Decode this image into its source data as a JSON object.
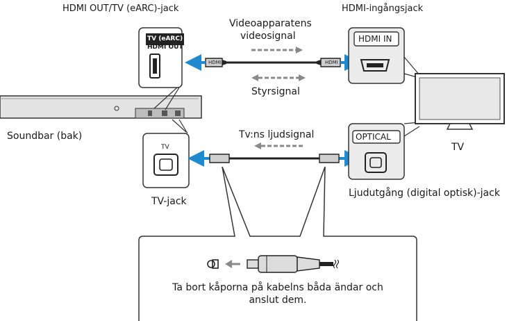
{
  "labels": {
    "hdmi_out_jack": "HDMI OUT/TV (eARC)-jack",
    "hdmi_in_jack": "HDMI-ingångsjack",
    "video_signal_line1": "Videoapparatens",
    "video_signal_line2": "videosignal",
    "control_signal": "Styrsignal",
    "soundbar": "Soundbar (bak)",
    "tv_audio_signal": "Tv:ns ljudsignal",
    "tv": "TV",
    "tv_jack": "TV-jack",
    "optical_out_jack": "Ljudutgång (digital optisk)-jack",
    "note_line1": "Ta bort kåporna på kabelns båda ändar och",
    "note_line2": "anslut dem."
  },
  "port_labels": {
    "tv_earc": "TV (eARC)",
    "hdmi_out": "HDMI OUT",
    "hdmi_in": "HDMI IN",
    "plug_hdmi": "HDMI",
    "tv_small": "TV",
    "optical": "OPTICAL"
  },
  "colors": {
    "arrow_blue": "#1f8ad0",
    "cable": "#222222",
    "signal_gray": "#8a8a8a",
    "device_gray": "#d9d9d9",
    "outline": "#333333"
  }
}
